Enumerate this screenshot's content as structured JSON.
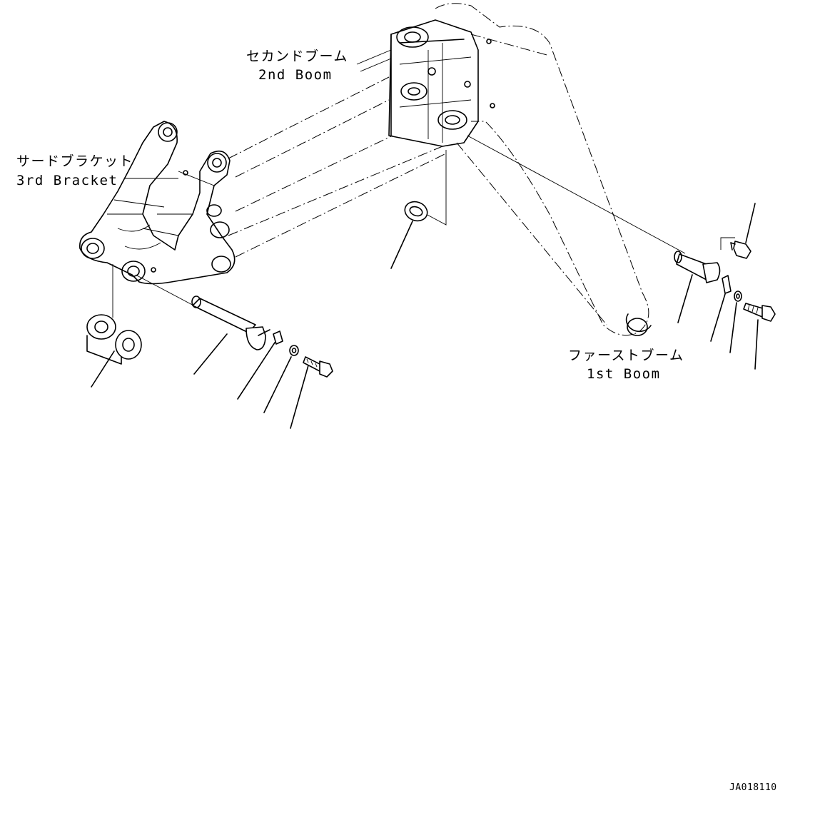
{
  "labels": {
    "second_boom_jp": "セカンドブーム",
    "second_boom_en": "2nd Boom",
    "third_bracket_jp": "サードブラケット",
    "third_bracket_en": "3rd Bracket",
    "first_boom_jp": "ファーストブーム",
    "first_boom_en": "1st Boom"
  },
  "drawing_code": "JA018110"
}
